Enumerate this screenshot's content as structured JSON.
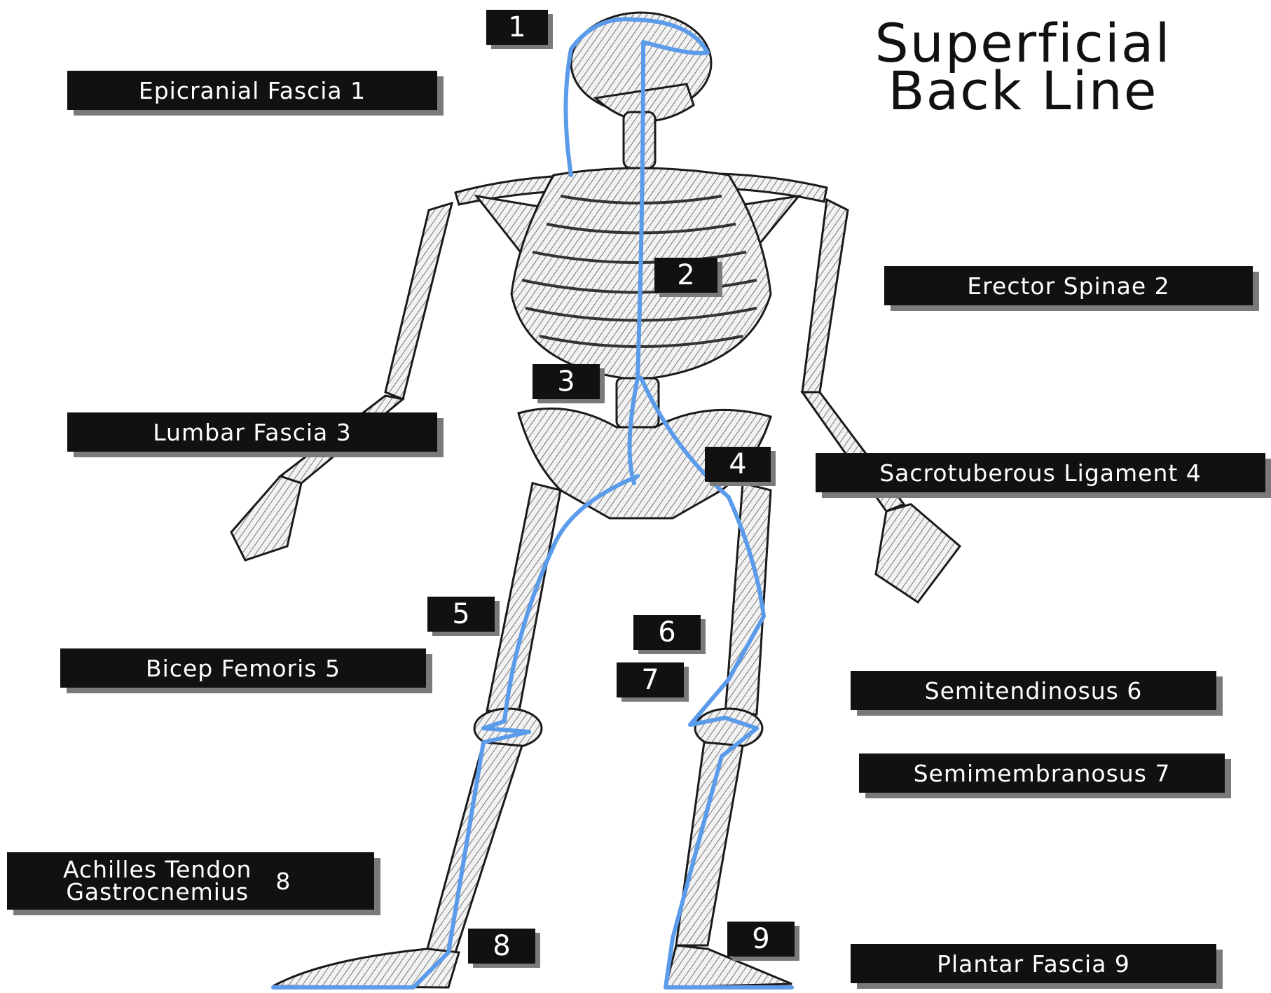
{
  "title": {
    "line1": "Superficial",
    "line2": "Back Line"
  },
  "colors": {
    "line": "#5a9bea",
    "label_bg": "#111111",
    "label_text": "#ffffff",
    "shadow": "#7a7a7a"
  },
  "labels": [
    {
      "text": "Epicranial Fascia  1"
    },
    {
      "text": "Erector Spinae  2"
    },
    {
      "text": "Lumbar Fascia  3"
    },
    {
      "text": "Sacrotuberous Ligament  4"
    },
    {
      "text": "Bicep Femoris  5"
    },
    {
      "text": "Semitendinosus  6"
    },
    {
      "text": "Semimembranosus  7"
    },
    {
      "line1": "Achilles Tendon",
      "line2": "Gastrocnemius",
      "number": "8"
    },
    {
      "text": "Plantar Fascia  9"
    }
  ],
  "markers": [
    "1",
    "2",
    "3",
    "4",
    "5",
    "6",
    "7",
    "8",
    "9"
  ]
}
